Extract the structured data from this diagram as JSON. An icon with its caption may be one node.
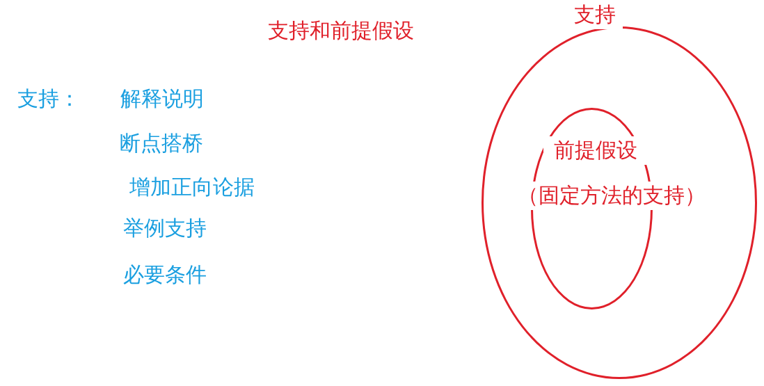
{
  "diagram": {
    "title": "支持和前提假设",
    "nodes": [
      {
        "text": [
          "支持"
        ]
      },
      {
        "text": [
          "前提假设",
          "（固定方法的支持）"
        ],
        "in": 0
      }
    ],
    "labels": [
      "支持：",
      "解释说明",
      "断点搭桥",
      "增加正向论据",
      "举例支持",
      "必要条件"
    ]
  }
}
